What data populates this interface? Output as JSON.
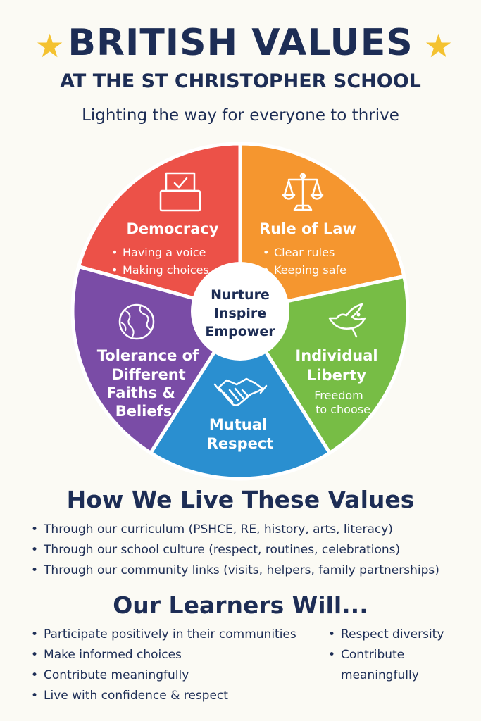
{
  "header": {
    "title": "BRITISH VALUES",
    "subtitle": "AT THE ST CHRISTOPHER SCHOOL",
    "tagline": "Lighting the way for everyone to thrive",
    "star_icon": "star-icon",
    "star_color": "#f4c230"
  },
  "wheel": {
    "center": [
      "Nurture",
      "Inspire",
      "Empower"
    ],
    "segments": {
      "democracy": {
        "title": "Democracy",
        "points": [
          "Having a voice",
          "Making choices"
        ],
        "color": "#ec5148",
        "icon": "ballot-box-icon"
      },
      "rule_of_law": {
        "title": "Rule of Law",
        "points": [
          "Clear rules",
          "Keeping safe"
        ],
        "color": "#f5962f",
        "icon": "scales-icon"
      },
      "liberty": {
        "title_lines": [
          "Individual",
          "Liberty"
        ],
        "desc_lines": [
          "Freedom",
          "to choose"
        ],
        "color": "#77bd45",
        "icon": "dove-icon"
      },
      "respect": {
        "title_lines": [
          "Mutual",
          "Respect"
        ],
        "color": "#2a8fd0",
        "icon": "handshake-icon"
      },
      "tolerance": {
        "title_lines": [
          "Tolerance of",
          "Different",
          "Faiths &",
          "Beliefs"
        ],
        "color": "#7a4ca6",
        "icon": "globe-icon"
      }
    }
  },
  "how_we_live": {
    "heading": "How We Live These Values",
    "items": [
      "Through our curriculum (PSHCE, RE, history, arts, literacy)",
      "Through our school culture (respect, routines, celebrations)",
      "Through our community links (visits, helpers, family partnerships)"
    ]
  },
  "learners": {
    "heading": "Our Learners Will...",
    "left_items": [
      "Participate positively in their communities",
      "Make informed choices",
      "Contribute meaningfully",
      "Live with confidence & respect"
    ],
    "right_items": [
      "Respect diversity",
      "Contribute"
    ],
    "right_continuation": "meaningfully"
  }
}
